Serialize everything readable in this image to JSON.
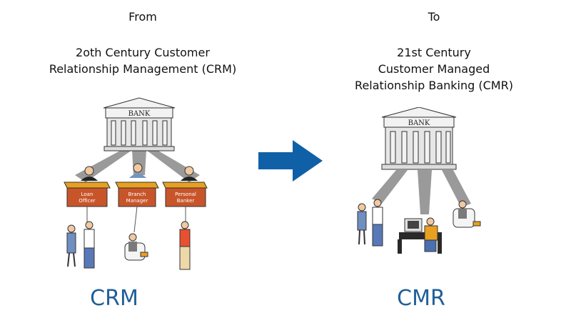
{
  "left": {
    "heading": "From",
    "subtitle_lines": [
      "2oth Century Customer",
      "Relationship Management (CRM)"
    ],
    "bank_sign": "BANK",
    "desks": [
      {
        "label_lines": [
          "Loan",
          "Officer"
        ]
      },
      {
        "label_lines": [
          "Branch",
          "Manager"
        ]
      },
      {
        "label_lines": [
          "Personal",
          "Banker"
        ]
      }
    ],
    "caption": "CRM"
  },
  "right": {
    "heading": "To",
    "subtitle_lines": [
      "21st Century",
      "Customer Managed",
      "Relationship Banking (CMR)"
    ],
    "bank_sign": "BANK",
    "caption": "CMR"
  },
  "colors": {
    "arrow": "#1060a8",
    "caption": "#1f5f99",
    "desk": "#e8a020",
    "desk_front": "#c8552a",
    "beam": "#9a9a9a"
  },
  "icons": {
    "arrow": "right-arrow-icon",
    "bank": "bank-building-icon"
  }
}
